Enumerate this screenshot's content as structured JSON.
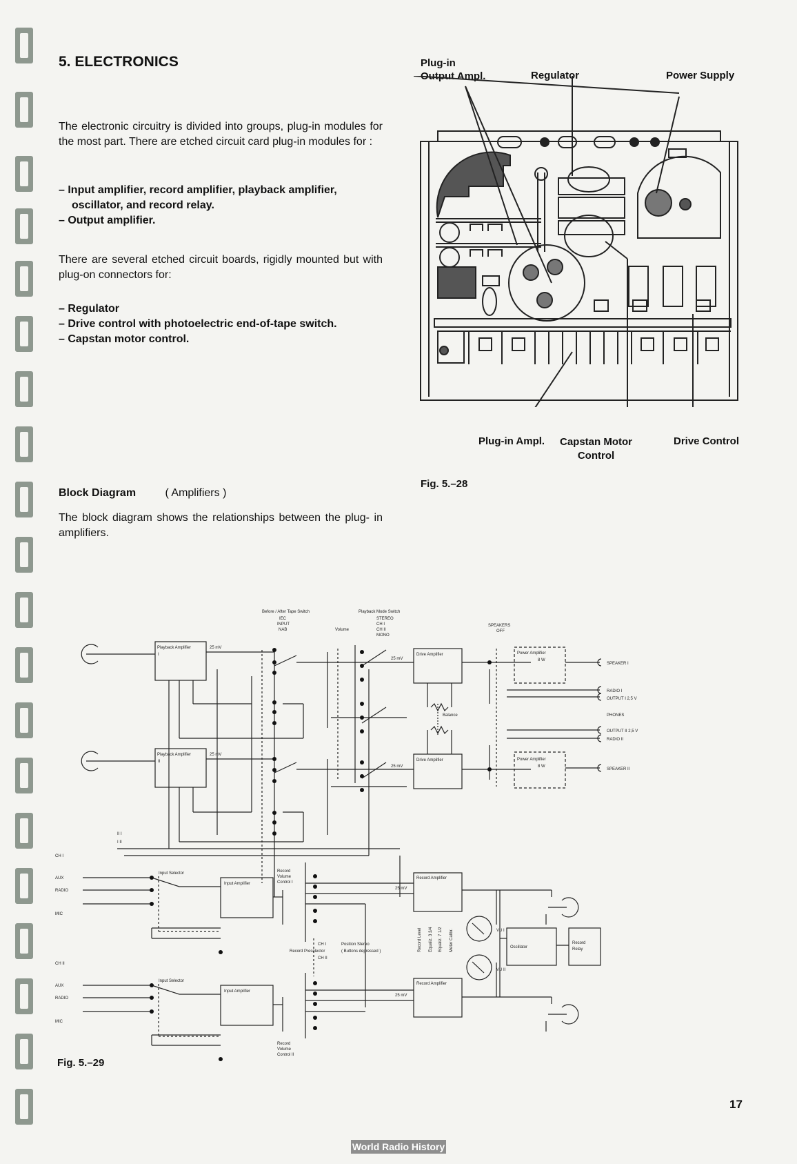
{
  "heading": "5. ELECTRONICS",
  "intro": "The electronic circuitry is divided into groups, plug-in modules for the most part. There are etched circuit card plug-in modules for :",
  "modules": [
    "– Input amplifier, record amplifier, playback amplifier, oscillator, and record relay.",
    "– Output amplifier."
  ],
  "boards_intro": "There are several etched circuit boards, rigidly mounted but with plug-on connectors for:",
  "boards": [
    "– Regulator",
    "– Drive control with photoelectric end-of-tape switch.",
    "– Capstan motor control."
  ],
  "fig28": {
    "labels": {
      "plugin_output": "Plug-in\nOutput Ampl.",
      "regulator": "Regulator",
      "power_supply": "Power Supply",
      "plugin_ampl": "Plug-in Ampl.",
      "capstan": "Capstan Motor\nControl",
      "drive": "Drive Control"
    },
    "caption": "Fig. 5.–28"
  },
  "block": {
    "title": "Block Diagram",
    "subtitle": "( Amplifiers )",
    "text": "The block diagram shows the relationships between the plug- in amplifiers."
  },
  "fig29": {
    "caption": "Fig. 5.–29",
    "labels": {
      "before_after": "Before / After Tape Switch",
      "iec": "IEC",
      "input": "INPUT",
      "nab": "NAB",
      "volume": "Volume",
      "pb_mode": "Playback Mode Switch",
      "stereo": "STEREO",
      "ch1": "CH I",
      "ch2": "CH II",
      "mono": "MONO",
      "speakers": "SPEAKERS",
      "off": "OFF",
      "pb_amp1": "Playback Amplifier",
      "pb_amp2": "Playback Amplifier",
      "roman1": "I",
      "roman2": "II",
      "mv25": "25 mV",
      "drive_amp": "Drive Amplifier",
      "power_amp": "Power Amplifier",
      "w8": "8 W",
      "speaker1": "SPEAKER I",
      "speaker2": "SPEAKER II",
      "radio1": "RADIO I",
      "output1": "OUTPUT I 2,5 V",
      "phones": "PHONES",
      "output2": "OUTPUT II 2,5 V",
      "radio2": "RADIO II",
      "balance": "Balance",
      "ch_i": "CH I",
      "ch_ii": "CH II",
      "aux": "AUX",
      "radio": "RADIO",
      "mic": "MIC",
      "input_selector": "Input Selector",
      "input_amp": "Input Amplifier",
      "record_vol1": "Record\nVolume\nControl I",
      "record_vol2": "Record\nVolume\nControl II",
      "record_amp": "Record Amplifier",
      "record_preselector": "Record Preselector",
      "position_stereo": "Position Stereo",
      "buttons_depressed": "( Buttons depressed )",
      "record_level": "Record Level",
      "equaliz334": "Equaliz. 3 3/4",
      "equaliz712": "Equaliz. 7 1/2",
      "meter_calibr": "Meter Calibr.",
      "vu1": "VU I",
      "vu2": "VU II",
      "oscillator": "Oscillator",
      "record_relay": "Record\nRelay",
      "ii_i": "II   I",
      "i_ii": "I   II"
    }
  },
  "page_number": "17",
  "watermark": "World Radio History"
}
